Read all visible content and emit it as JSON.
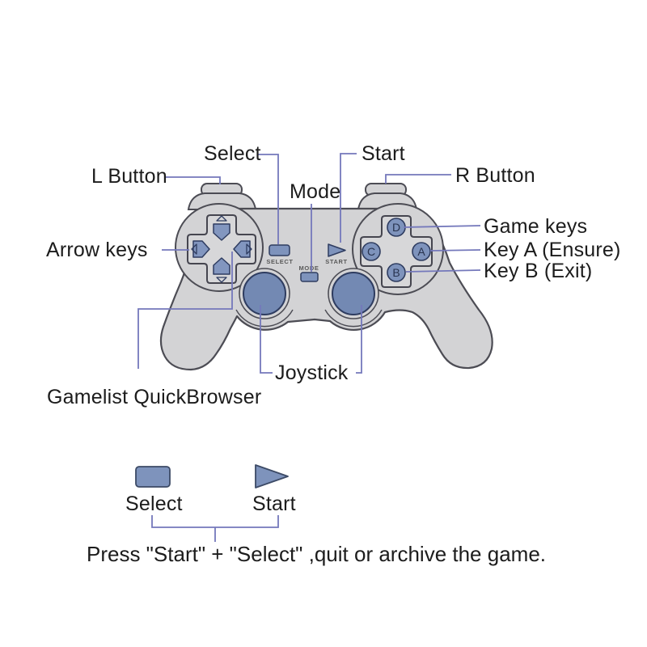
{
  "diagram": {
    "title_context": "gamepad button mapping diagram",
    "colors": {
      "background": "#ffffff",
      "body_gray": "#d3d3d5",
      "body_outline": "#4c4c54",
      "blue_fill": "#7e93bc",
      "blue_dark": "#7389b3",
      "blue_stroke": "#2e3c60",
      "connector_line": "#7478bb",
      "label_text": "#1c1c1c",
      "tiny_text": "#595959"
    },
    "labels": {
      "select": "Select",
      "start": "Start",
      "mode": "Mode",
      "l_button": "L Button",
      "r_button": "R Button",
      "arrow_keys": "Arrow keys",
      "game_keys": "Game keys",
      "key_a": "Key A (Ensure)",
      "key_b": "Key B (Exit)",
      "joystick": "Joystick",
      "gamelist": "Gamelist QuickBrowser"
    },
    "pad_small_labels": {
      "select": "SELECT",
      "start": "START",
      "mode": "MODE"
    },
    "button_letters": {
      "top": "D",
      "left": "C",
      "right": "A",
      "bottom": "B"
    },
    "legend": {
      "select": "Select",
      "start": "Start"
    },
    "caption": "Press \"Start\" + \"Select\" ,quit or archive the game."
  }
}
